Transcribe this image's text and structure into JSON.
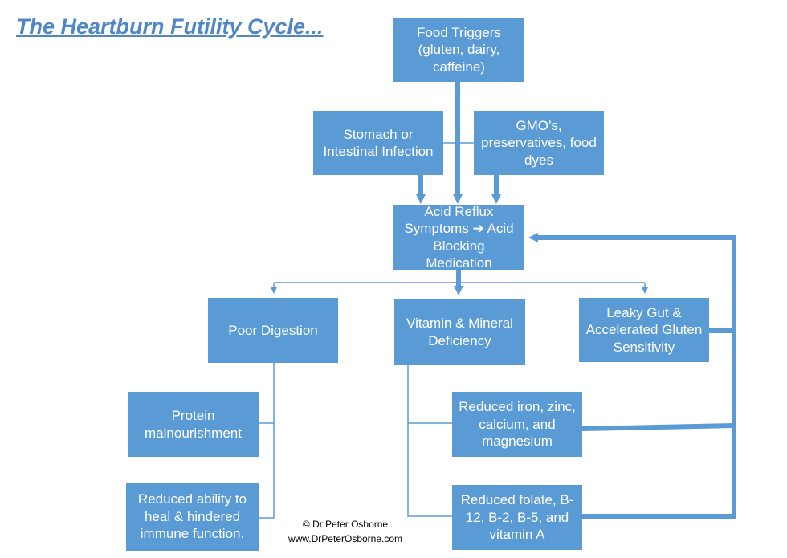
{
  "title": "The Heartburn Futility Cycle...",
  "boxes": {
    "food_triggers": "Food Triggers (gluten, dairy, caffeine)",
    "stomach_infection": "Stomach or Intestinal Infection",
    "gmos": "GMO’s, preservatives, food dyes",
    "acid_reflux": "Acid Reflux Symptoms ➔ Acid Blocking Medication",
    "poor_digestion": "Poor Digestion",
    "vitamin_deficiency": "Vitamin & Mineral Deficiency",
    "leaky_gut": "Leaky Gut & Accelerated Gluten Sensitivity",
    "protein_malnourishment": "Protein malnourishment",
    "reduced_healing": "Reduced ability to heal & hindered immune function.",
    "reduced_minerals": "Reduced iron, zinc, calcium, and magnesium",
    "reduced_vitamins": "Reduced folate, B-12, B-2, B-5, and vitamin A"
  },
  "credit": {
    "copyright": "© Dr Peter Osborne",
    "website": "www.DrPeterOsborne.com"
  },
  "colors": {
    "box_fill": "#5b9bd5",
    "connector": "#5b9bd5",
    "box_text": "#ffffff",
    "title": "#4f86c6"
  }
}
